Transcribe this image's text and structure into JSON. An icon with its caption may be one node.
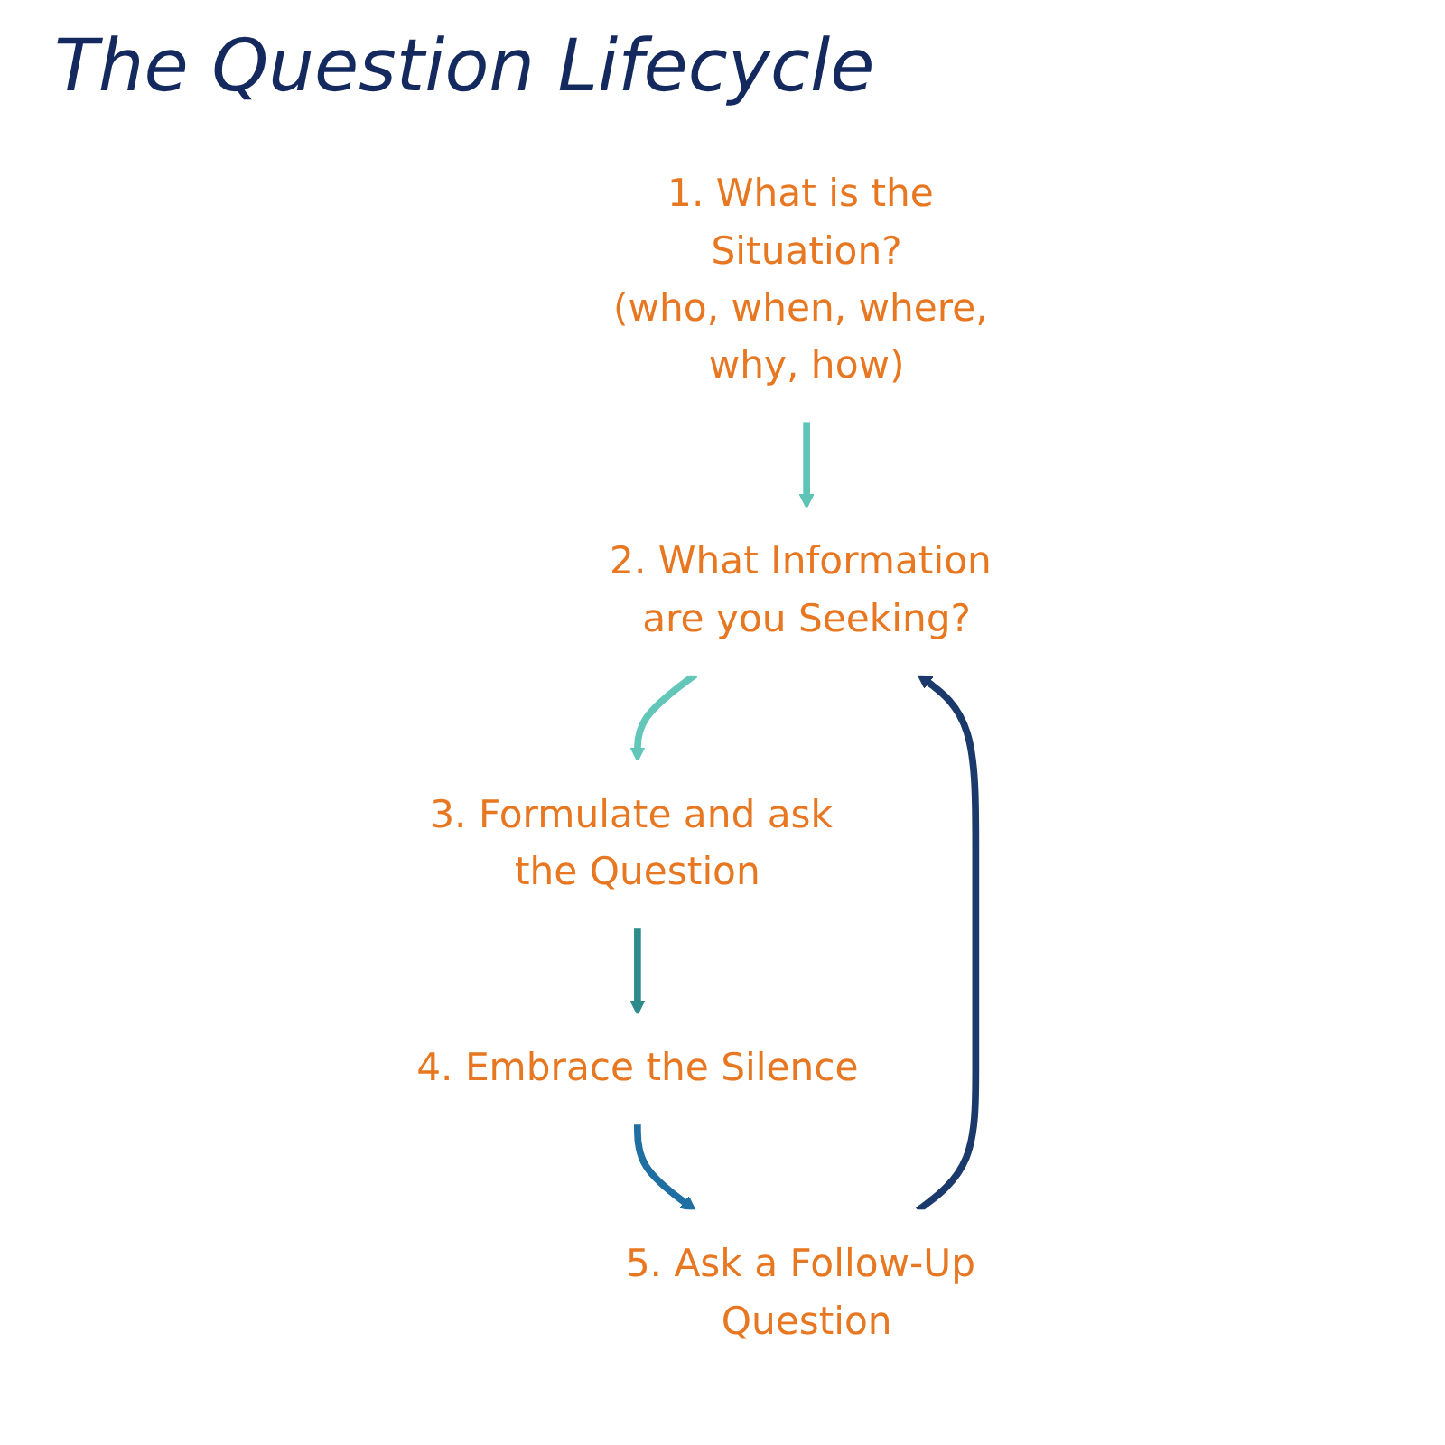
{
  "diagram": {
    "title": "The Question Lifecycle",
    "nodes": [
      {
        "text": [
          "1. What is the Situation?",
          "(who, when, where, why, how)"
        ]
      },
      {
        "text": [
          "2. What Information are you Seeking?"
        ]
      },
      {
        "text": [
          "3. Formulate and ask the Question"
        ]
      },
      {
        "text": [
          "4. Embrace the Silence"
        ]
      },
      {
        "text": [
          "5. Ask a Follow-Up Question"
        ]
      }
    ],
    "edges": [
      {
        "from": 0,
        "to": 1,
        "arrow": "to",
        "color": "#5ec4b6"
      },
      {
        "from": 1,
        "to": 2,
        "arrow": "to",
        "color": "#62c6b9"
      },
      {
        "from": 2,
        "to": 3,
        "arrow": "to",
        "color": "#2e8b8b"
      },
      {
        "from": 3,
        "to": 4,
        "arrow": "to",
        "color": "#1f6fa3"
      },
      {
        "from": 4,
        "to": 1,
        "arrow": "to",
        "color": "#1b3a6b"
      }
    ]
  }
}
